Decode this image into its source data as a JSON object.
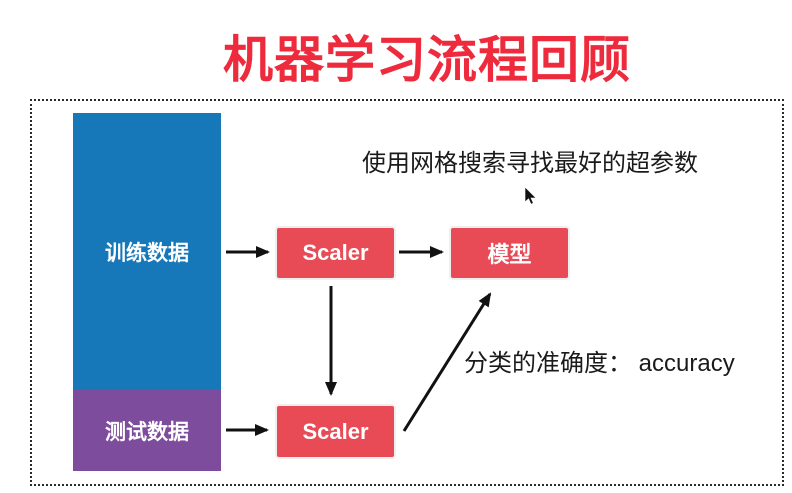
{
  "title": "机器学习流程回顾",
  "nodes": {
    "train_data": "训练数据",
    "test_data": "测试数据",
    "scaler_top": "Scaler",
    "scaler_bottom": "Scaler",
    "model": "模型"
  },
  "annotations": {
    "grid_search": "使用网格搜索寻找最好的超参数",
    "accuracy": "分类的准确度： accuracy"
  },
  "colors": {
    "title_red": "#ee2b3d",
    "node_red": "#e84a56",
    "train_blue": "#1678b8",
    "test_purple": "#7e4c9c",
    "arrow_black": "#111111",
    "annotation_black": "#1a1a1a",
    "node_text_white": "#ffffff"
  },
  "icons": {
    "mouse_cursor": "arrow-pointer"
  }
}
